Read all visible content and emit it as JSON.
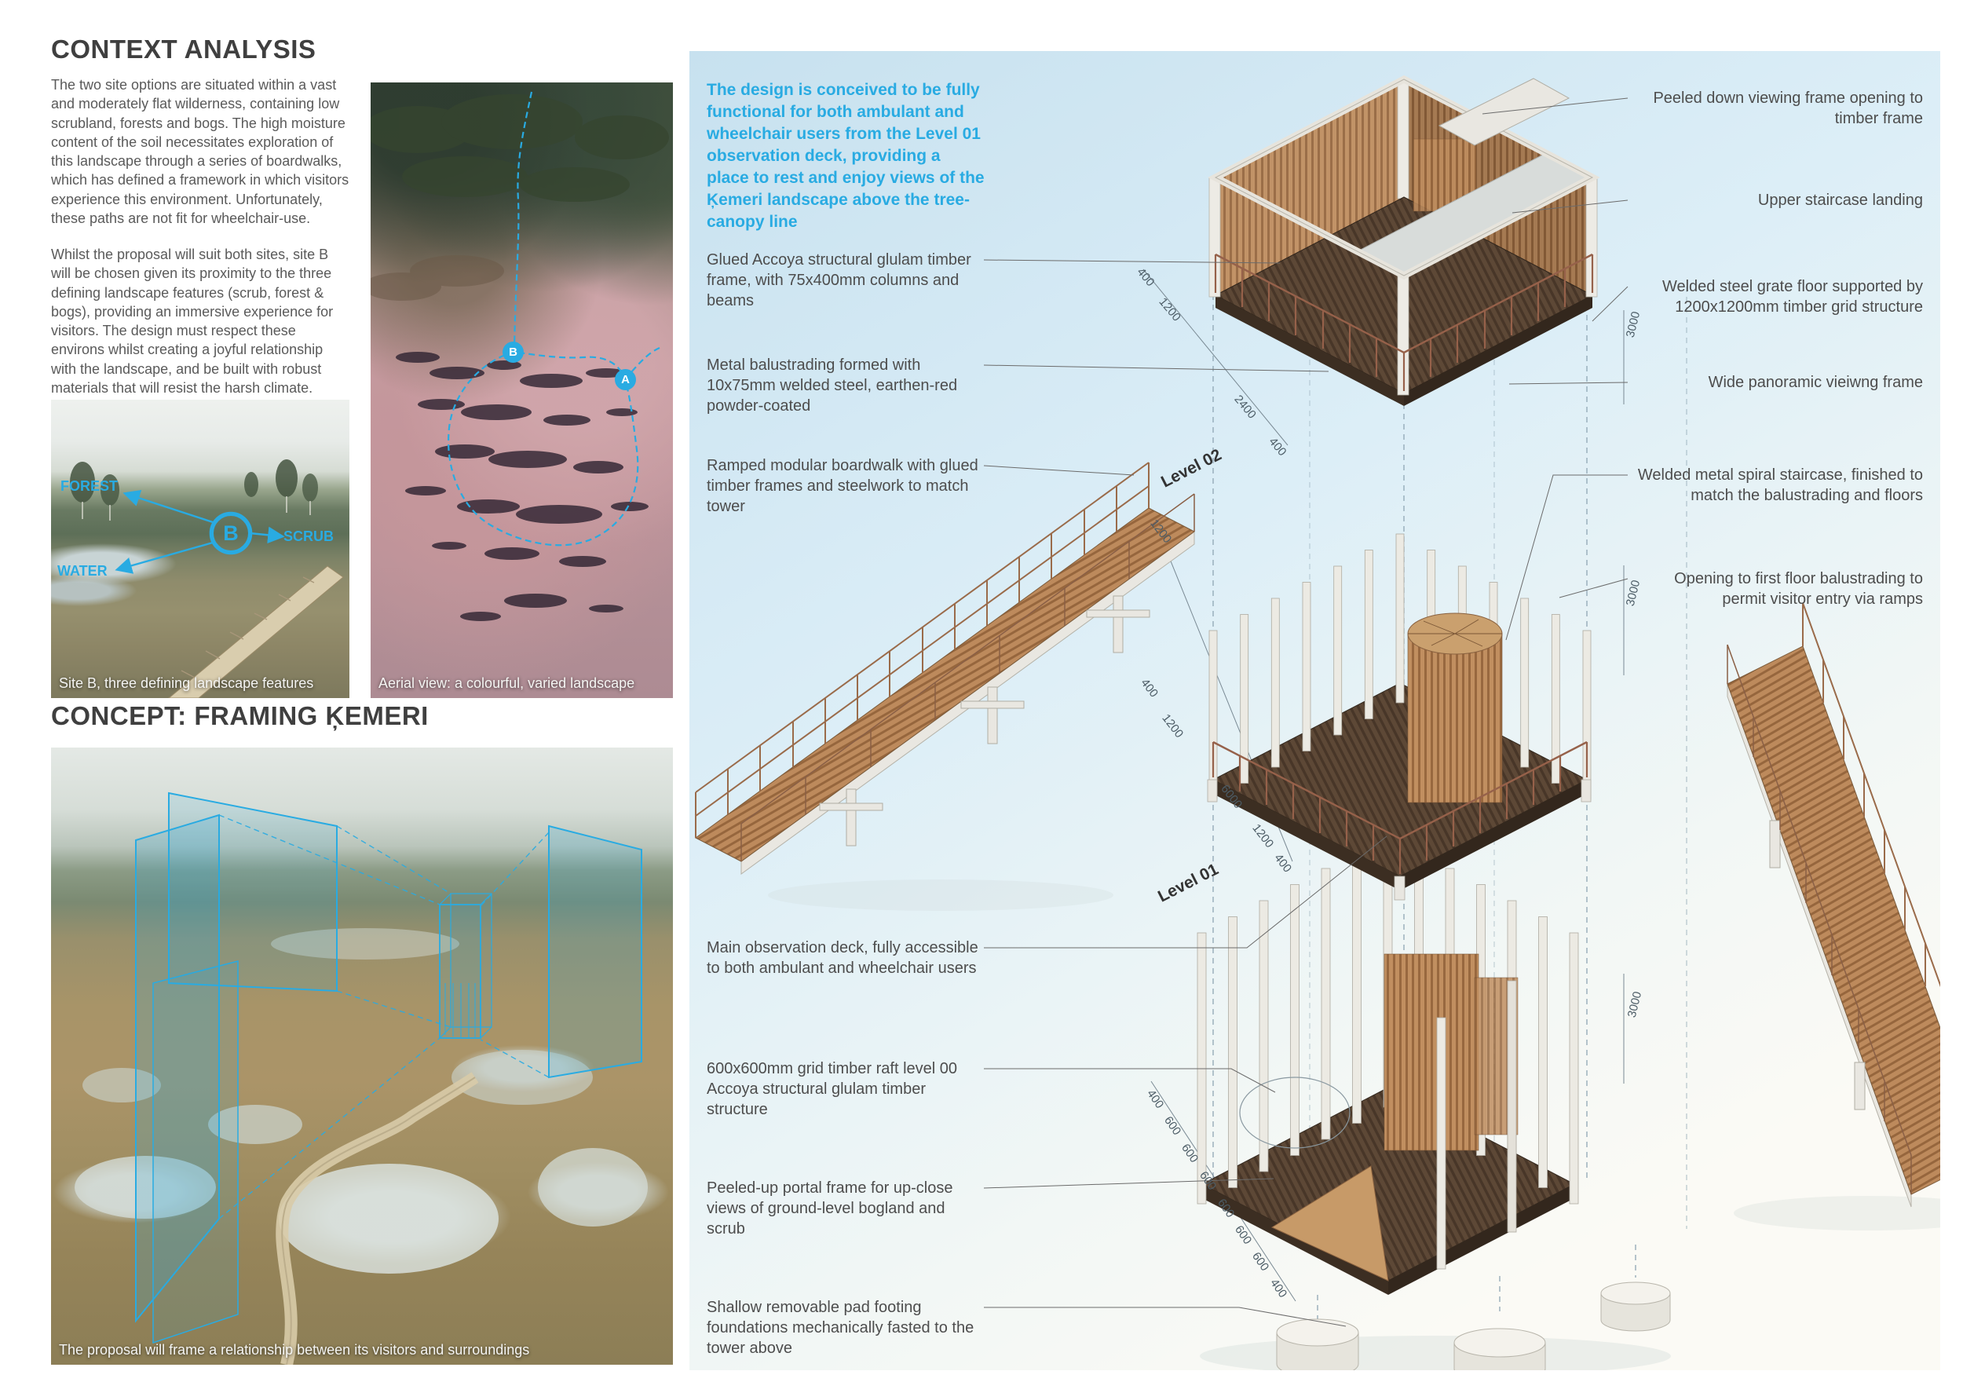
{
  "accent": "#29abe2",
  "context": {
    "title": "CONTEXT ANALYSIS",
    "para1": "The two site options are situated within a vast and moderately flat wilderness, containing low scrubland, forests and bogs. The high moisture content of the soil necessitates exploration of this landscape through a series of boardwalks, which has defined a framework in which visitors experience this environment. Unfortunately, these paths are not fit for wheelchair-use.",
    "para2": "Whilst the proposal will suit both sites, site B will be chosen given its proximity to the three defining landscape features (scrub, forest & bogs), providing an immersive experience for visitors. The design must respect these environs whilst creating a joyful relationship with the landscape, and be built with robust materials that will resist the harsh climate."
  },
  "site_photo": {
    "label_forest": "FOREST",
    "label_water": "WATER",
    "label_scrub": "SCRUB",
    "marker_b": "B",
    "caption": "Site B, three defining landscape features"
  },
  "aerial_photo": {
    "marker_b": "B",
    "marker_a": "A",
    "caption": "Aerial view: a colourful, varied landscape"
  },
  "concept": {
    "title": "CONCEPT: FRAMING ĶEMERI",
    "caption": "The proposal will frame a relationship between its visitors and surroundings"
  },
  "axon": {
    "statement": "The design is conceived to be fully functional for both ambulant and wheelchair users from the Level 01 observation deck, providing a place to rest and enjoy views of the Ķemeri landscape above the tree-canopy line",
    "level_02": "Level 02",
    "level_01": "Level 01",
    "callouts_left": [
      "Glued Accoya structural glulam timber frame, with 75x400mm columns and beams",
      "Metal balustrading formed with 10x75mm welded steel, earthen-red powder-coated",
      "Ramped modular boardwalk with glued timber frames and steelwork to match tower",
      "Main observation deck, fully accessible to both ambulant and wheelchair users",
      "600x600mm grid timber raft level 00 Accoya structural glulam timber structure",
      "Peeled-up portal frame for up-close views of ground-level bogland and scrub",
      "Shallow removable pad footing foundations mechanically fasted to the tower above"
    ],
    "callouts_right": [
      "Peeled down viewing frame opening to timber frame",
      "Upper staircase landing",
      "Welded steel grate floor supported by 1200x1200mm timber grid structure",
      "Wide panoramic vieiwng frame",
      "Welded metal spiral staircase, finished to match the balustrading and floors",
      "Opening to first floor balustrading to permit visitor entry via ramps"
    ],
    "dims": [
      "400",
      "1200",
      "2400",
      "400",
      "3000",
      "1200",
      "400",
      "1200",
      "6000",
      "1200",
      "400",
      "3000",
      "3000",
      "400",
      "600",
      "600",
      "600",
      "600",
      "600",
      "600",
      "400"
    ]
  }
}
